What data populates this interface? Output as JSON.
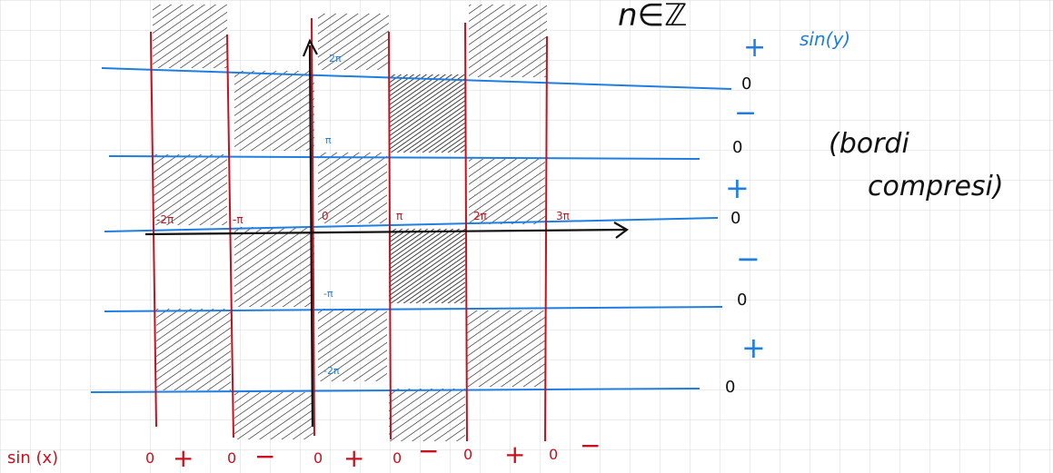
{
  "header": {
    "n_in_z": "n∈ℤ"
  },
  "y_axis_label": "sin(y)",
  "x_row_label": "sin (x)",
  "note": {
    "line1": "(bordi",
    "line2": "compresi)"
  },
  "x_ticks": [
    "-2π",
    "-π",
    "0",
    "π",
    "2π",
    "3π"
  ],
  "y_ticks": [
    "2π",
    "π",
    "-π",
    "-2π"
  ],
  "sin_y_signs": [
    "+",
    "0",
    "−",
    "0",
    "+",
    "0",
    "−",
    "0",
    "+",
    "0"
  ],
  "sin_x_signs": [
    "0",
    "+",
    "0",
    "−",
    "0",
    "+",
    "0",
    "−",
    "0",
    "+",
    "0",
    "−"
  ],
  "colors": {
    "grid": "#d9d9d9",
    "red_lines": "#c8101e",
    "blue_lines": "#1f7ee0",
    "black": "#111111",
    "hatch": "#222222"
  }
}
